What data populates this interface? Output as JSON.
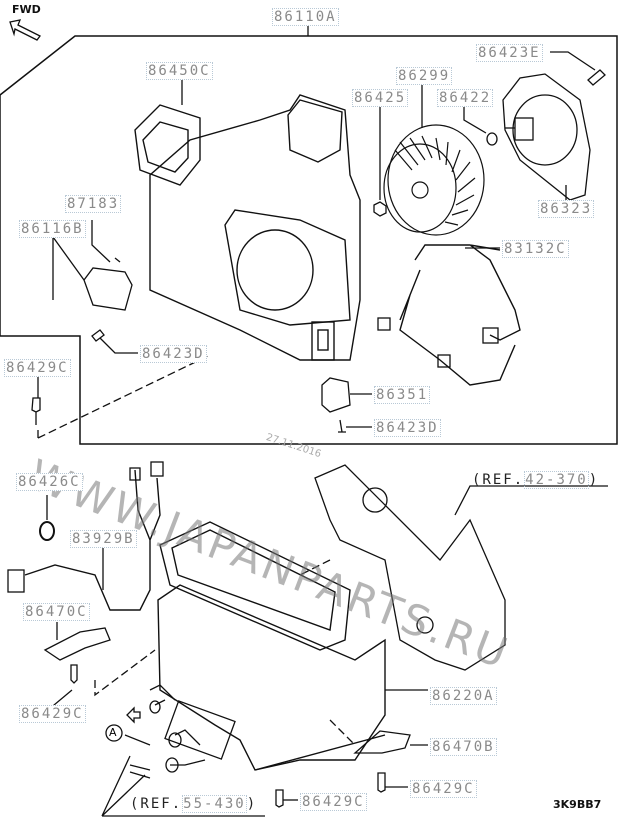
{
  "fwd_label": "FWD",
  "diagram_code": "3K9BB7",
  "watermark": "WWW.JAPANPARTS.RU",
  "date_stamp": "27.11.2016",
  "callout_a": "A",
  "parts": {
    "p86110A": "86110A",
    "p86450C": "86450C",
    "p86423E": "86423E",
    "p86299": "86299",
    "p86425": "86425",
    "p86422": "86422",
    "p86323": "86323",
    "p87183": "87183",
    "p86116B": "86116B",
    "p83132C": "83132C",
    "p86423D_a": "86423D",
    "p86429C_a": "86429C",
    "p86351": "86351",
    "p86423D_b": "86423D",
    "p86426C": "86426C",
    "p83929B": "83929B",
    "p86470C": "86470C",
    "p86429C_b": "86429C",
    "p86220A": "86220A",
    "p86470B": "86470B",
    "p86429C_c": "86429C",
    "p86429C_d": "86429C"
  },
  "refs": {
    "ref1_prefix": "(REF.",
    "ref1_num": "42-370",
    "ref1_suffix": ")",
    "ref2_prefix": "(REF.",
    "ref2_num": "55-430",
    "ref2_suffix": ")"
  }
}
